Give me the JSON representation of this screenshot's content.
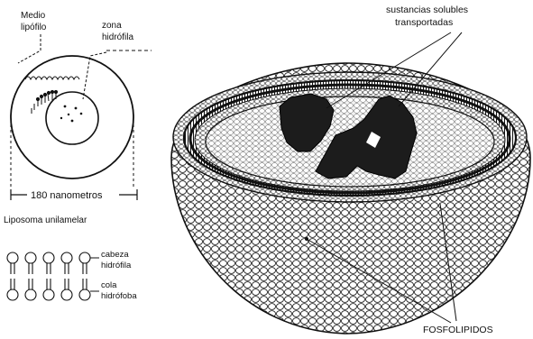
{
  "labels": {
    "medio_lipofilo": [
      "Medio",
      "lipófilo"
    ],
    "zona_hidrofila": [
      "zona",
      "hidrófila"
    ],
    "size": "180 nanometros",
    "caption": "Liposoma unilamelar",
    "cabeza_hidrofila": [
      "cabeza",
      "hidrófila"
    ],
    "cola_hidrofoba": [
      "cola",
      "hidrófoba"
    ],
    "sustancias": [
      "sustancias solubles",
      "transportadas"
    ],
    "fosfolipidos": "FOSFOLIPIDOS"
  },
  "colors": {
    "ink": "#111111",
    "paper": "#ffffff"
  }
}
